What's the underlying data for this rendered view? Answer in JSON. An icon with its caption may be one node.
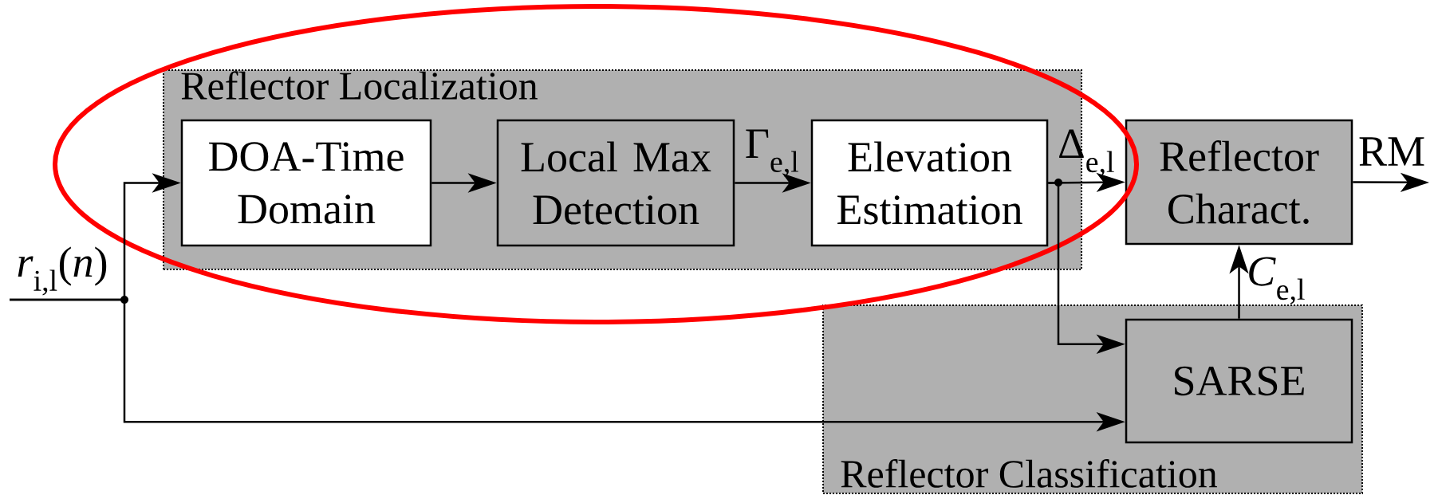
{
  "diagram": {
    "nodes": [
      {
        "text": [
          "Reflector Localization"
        ]
      },
      {
        "text": [
          "DOA-Time Domain"
        ],
        "in": 0
      },
      {
        "text": [
          "Local Max Detection"
        ],
        "in": 0
      },
      {
        "text": [
          "Elevation Estimation"
        ],
        "in": 0
      },
      {
        "text": [
          "Reflector Charact."
        ]
      },
      {
        "text": [
          "Reflector Classification"
        ]
      },
      {
        "text": [
          "SARSE"
        ],
        "in": 5
      }
    ],
    "edges": [
      {
        "from": null,
        "to": 1,
        "arrow": "to",
        "label": "*r*$_{i,l}$(*n*)"
      },
      {
        "from": null,
        "to": 6,
        "arrow": "to"
      },
      {
        "from": 1,
        "to": 2,
        "arrow": "to"
      },
      {
        "from": 2,
        "to": 3,
        "arrow": "to",
        "label": "Γ$_{e,l}$"
      },
      {
        "from": 3,
        "to": 4,
        "arrow": "to",
        "label": "Δ$_{e,l}$"
      },
      {
        "from": 3,
        "to": 6,
        "arrow": "to"
      },
      {
        "from": 6,
        "to": 4,
        "arrow": "to",
        "label": "*C*$_{e,l}$"
      },
      {
        "from": 4,
        "to": null,
        "arrow": "to",
        "label": "RM"
      }
    ]
  }
}
